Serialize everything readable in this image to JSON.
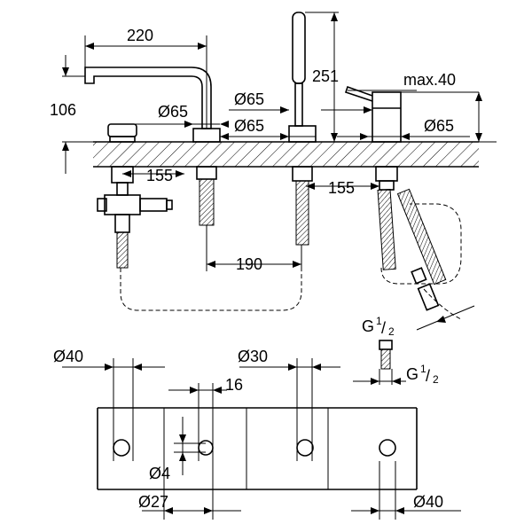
{
  "dimensions": {
    "spout_reach": "220",
    "spout_height": "106",
    "handshower_height": "251",
    "lever_max": "max.40",
    "d65_spout": "Ø65",
    "d65_top": "Ø65",
    "d65_mid": "Ø65",
    "d65_right": "Ø65",
    "spacing_155_left": "155",
    "spacing_155_right": "155",
    "spacing_190": "190",
    "thread_top": "G",
    "thread_bottom": "G",
    "thread_fraction_num": "1",
    "thread_fraction_den": "2",
    "d40_left": "Ø40",
    "d30": "Ø30",
    "dim_16": "16",
    "d4": "Ø4",
    "d27": "Ø27",
    "d40_right": "Ø40"
  }
}
